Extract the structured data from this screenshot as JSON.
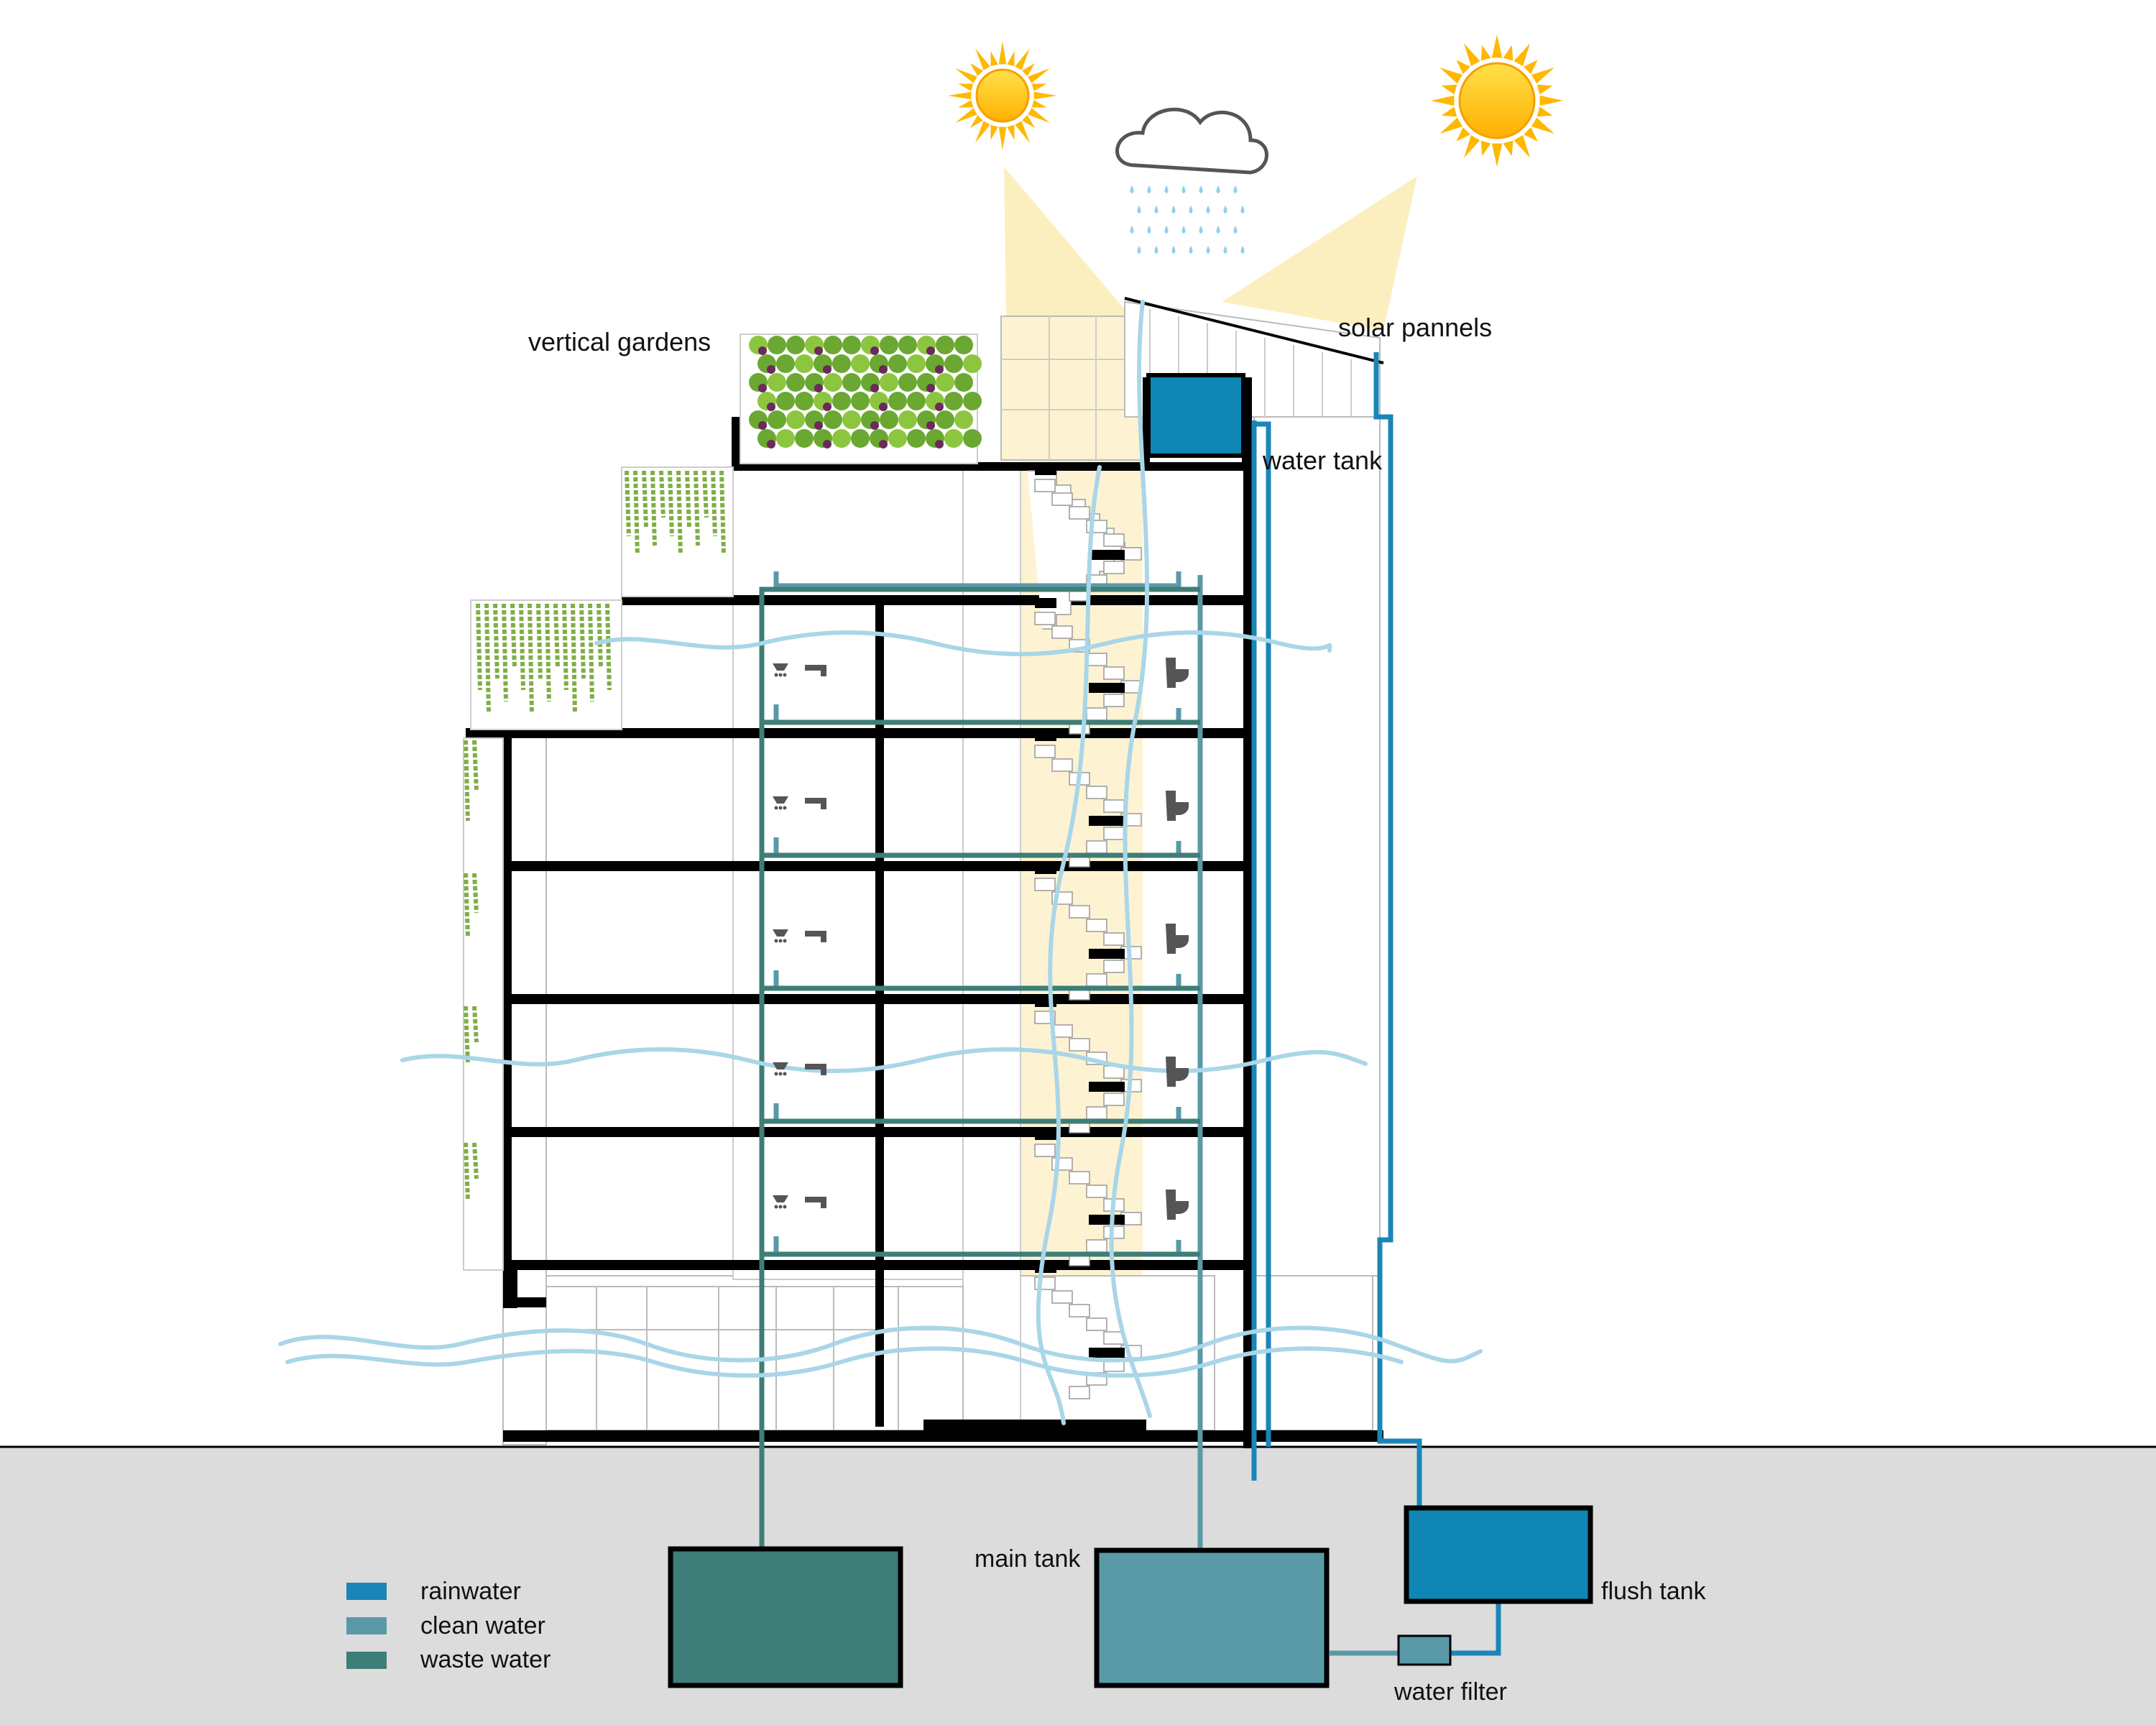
{
  "labels": {
    "vertical_gardens": "vertical gardens",
    "solar_panels": "solar pannels",
    "water_tank": "water tank",
    "main_tank": "main tank",
    "flush_tank": "flush tank",
    "water_filter": "water filter"
  },
  "legend": [
    {
      "label": "rainwater",
      "color": "#1a86b8"
    },
    {
      "label": "clean water",
      "color": "#5a9aa8"
    },
    {
      "label": "waste water",
      "color": "#3f7d78"
    }
  ],
  "colors": {
    "rainwater": "#1a86b8",
    "clean_water": "#5a9aa8",
    "waste_water": "#3f7d78",
    "ground": "#dcdcdc",
    "sunlight": "#fcefbf",
    "wind": "#a9d6e8",
    "sun": "#ffc400",
    "structure": "#000000"
  },
  "icons": [
    "sun-icon",
    "cloud-rain-icon",
    "shower-icon",
    "faucet-icon",
    "toilet-icon",
    "grape-vine-icon",
    "hanging-plant-icon"
  ]
}
